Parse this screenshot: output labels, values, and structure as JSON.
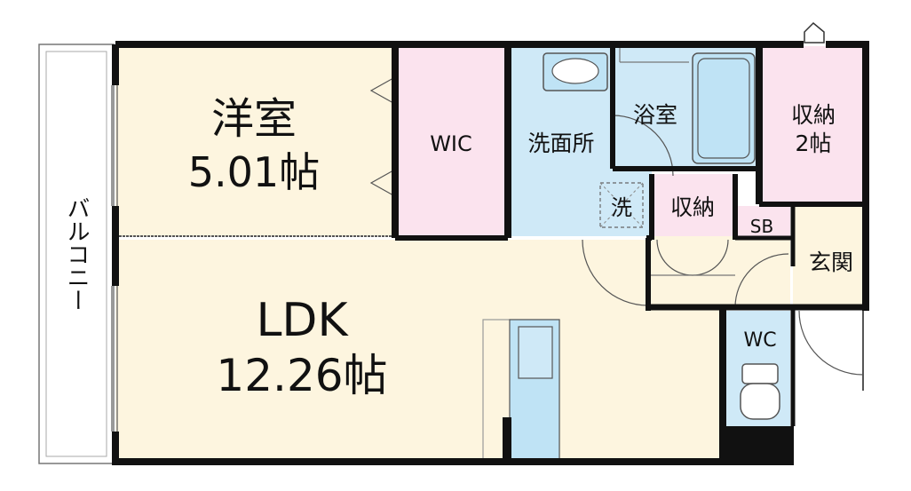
{
  "colors": {
    "wall": "#111111",
    "room_cream": "#fdf5df",
    "room_pink": "#fbe3ee",
    "room_blue": "#cfe9f7",
    "balcony": "#ffffff",
    "fixture_blue": "#bfe3f5"
  },
  "rooms": {
    "western": {
      "name": "洋室",
      "size": "5.01帖"
    },
    "ldk": {
      "name": "LDK",
      "size": "12.26帖"
    },
    "wic": {
      "name": "WIC"
    },
    "washroom": {
      "name": "洗面所"
    },
    "bath": {
      "name": "浴室"
    },
    "storage_large": {
      "name": "収納",
      "size": "2帖"
    },
    "storage_small": {
      "name": "収納"
    },
    "washer": {
      "name": "洗"
    },
    "shoebox": {
      "name": "SB"
    },
    "entrance": {
      "name": "玄関"
    },
    "toilet": {
      "name": "WC"
    },
    "balcony": {
      "name": "バルコニー"
    }
  }
}
